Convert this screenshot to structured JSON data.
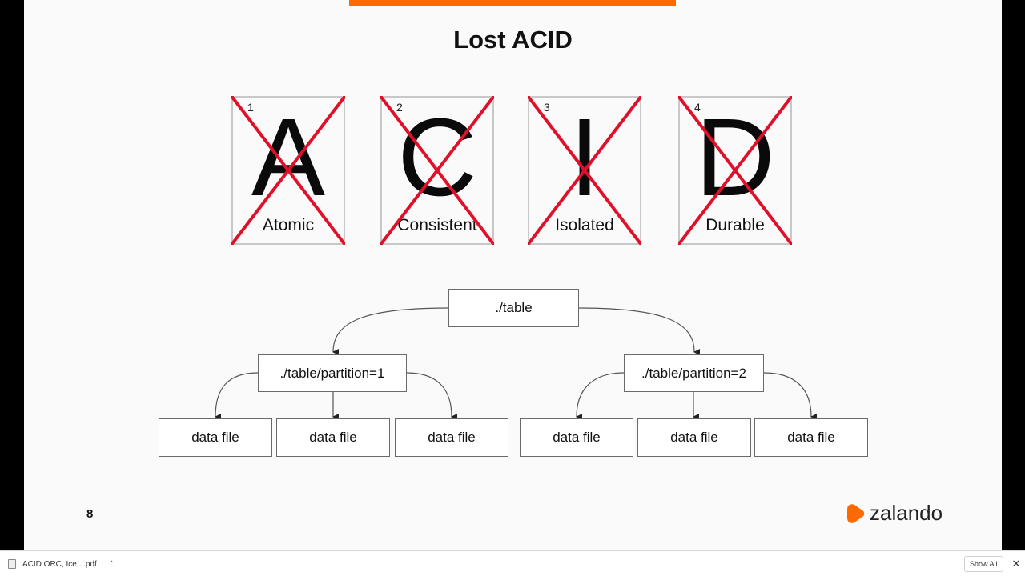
{
  "slide": {
    "title": "Lost ACID",
    "number": "8",
    "brand": "zalando"
  },
  "cards": [
    {
      "num": "1",
      "letter": "A",
      "word": "Atomic"
    },
    {
      "num": "2",
      "letter": "C",
      "word": "Consistent"
    },
    {
      "num": "3",
      "letter": "I",
      "word": "Isolated"
    },
    {
      "num": "4",
      "letter": "D",
      "word": "Durable"
    }
  ],
  "tree": {
    "root": "./table",
    "partitions": [
      "./table/partition=1",
      "./table/partition=2"
    ],
    "leaves": [
      "data file",
      "data file",
      "data file",
      "data file",
      "data file",
      "data file"
    ]
  },
  "colors": {
    "accent": "#ff6900",
    "cross": "#e0102a"
  },
  "download_bar": {
    "filename": "ACID ORC, Ice....pdf",
    "show_all": "Show All",
    "close_icon": "close-icon"
  }
}
